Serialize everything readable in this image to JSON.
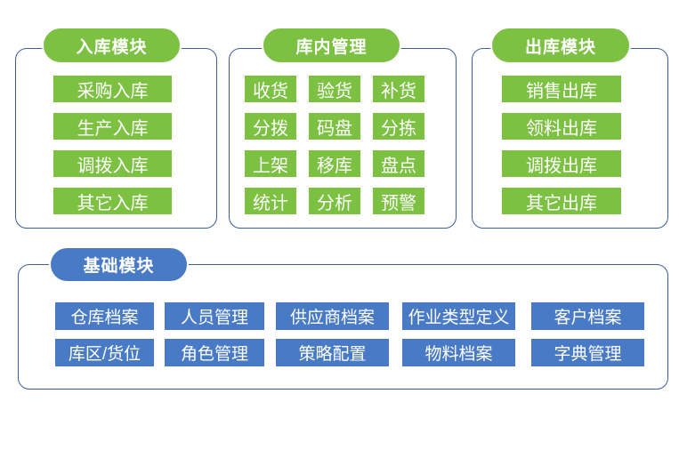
{
  "diagram": {
    "title": "WMS modules diagram",
    "colors": {
      "green": "#7CC142",
      "blue": "#497AC6",
      "border": "#3F5E9C",
      "text": "#FFFFFF",
      "background": "#FFFFFF"
    },
    "sections": [
      {
        "id": "inbound",
        "title": "入库模块",
        "items": [
          "采购入库",
          "生产入库",
          "调拨入库",
          "其它入库"
        ]
      },
      {
        "id": "inwarehouse",
        "title": "库内管理",
        "items": [
          "收货",
          "验货",
          "补货",
          "分拨",
          "码盘",
          "分拣",
          "上架",
          "移库",
          "盘点",
          "统计",
          "分析",
          "预警"
        ]
      },
      {
        "id": "outbound",
        "title": "出库模块",
        "items": [
          "销售出库",
          "领料出库",
          "调拨出库",
          "其它出库"
        ]
      },
      {
        "id": "basic",
        "title": "基础模块",
        "items": [
          "仓库档案",
          "人员管理",
          "供应商档案",
          "作业类型定义",
          "客户档案",
          "库区/货位",
          "角色管理",
          "策略配置",
          "物料档案",
          "字典管理"
        ]
      }
    ]
  }
}
